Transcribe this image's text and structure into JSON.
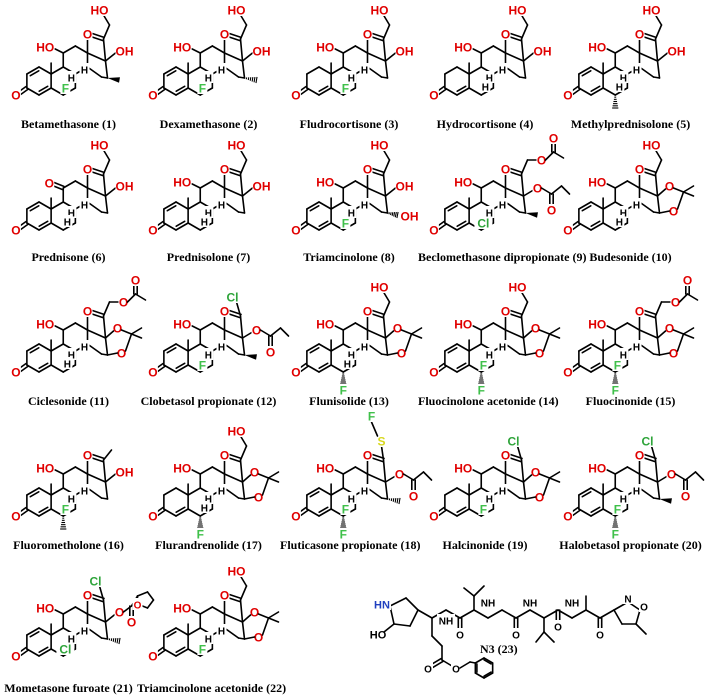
{
  "colors": {
    "bond": "#000000",
    "oxygen": "#e00000",
    "fluorine": "#3fc04a",
    "chlorine": "#2ea43a",
    "sulfur": "#d8d820",
    "nitrogen": "#1f3fbf"
  },
  "atom_labels": {
    "oxygen": "O",
    "hydroxyl": "OH",
    "hydroxyl_left": "HO",
    "hydrogen": "H",
    "fluorine": "F",
    "chlorine": "Cl",
    "sulfur": "S",
    "amide": "NH",
    "nitrogen": "N",
    "amine": "HN"
  },
  "compounds": [
    {
      "id": "1",
      "name": "Betamethasone (1)"
    },
    {
      "id": "2",
      "name": "Dexamethasone (2)"
    },
    {
      "id": "3",
      "name": "Fludrocortisone (3)"
    },
    {
      "id": "4",
      "name": "Hydrocortisone (4)"
    },
    {
      "id": "5",
      "name": "Methylprednisolone (5)"
    },
    {
      "id": "6",
      "name": "Prednisone (6)"
    },
    {
      "id": "7",
      "name": "Prednisolone (7)"
    },
    {
      "id": "8",
      "name": "Triamcinolone (8)"
    },
    {
      "id": "9",
      "name": "Beclomethasone dipropionate (9)"
    },
    {
      "id": "10",
      "name": "Budesonide (10)"
    },
    {
      "id": "11",
      "name": "Ciclesonide (11)"
    },
    {
      "id": "12",
      "name": "Clobetasol propionate (12)"
    },
    {
      "id": "13",
      "name": "Flunisolide (13)"
    },
    {
      "id": "14",
      "name": "Fluocinolone acetonide (14)"
    },
    {
      "id": "15",
      "name": "Fluocinonide (15)"
    },
    {
      "id": "16",
      "name": "Fluorometholone (16)"
    },
    {
      "id": "17",
      "name": "Flurandrenolide (17)"
    },
    {
      "id": "18",
      "name": "Fluticasone propionate (18)"
    },
    {
      "id": "19",
      "name": "Halcinonide (19)"
    },
    {
      "id": "20",
      "name": "Halobetasol propionate (20)"
    },
    {
      "id": "21",
      "name": "Mometasone furoate (21)"
    },
    {
      "id": "22",
      "name": "Triamcinolone acetonide (22)"
    },
    {
      "id": "23",
      "name": "N3 (23)"
    }
  ]
}
